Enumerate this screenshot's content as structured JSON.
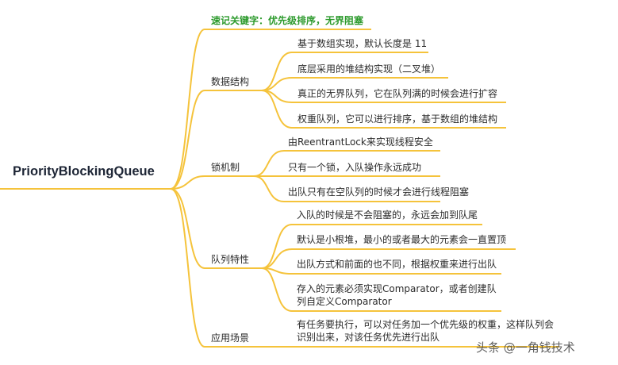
{
  "root": "PriorityBlockingQueue",
  "keywords": "速记关键字：优先级排序，无界阻塞",
  "branches": [
    {
      "label": "数据结构",
      "items": [
        "基于数组实现，默认长度是 11",
        "底层采用的堆结构实现（二叉堆）",
        "真正的无界队列，它在队列满的时候会进行扩容",
        "权重队列，它可以进行排序，基于数组的堆结构"
      ]
    },
    {
      "label": "锁机制",
      "items": [
        "由ReentrantLock来实现线程安全",
        "只有一个锁，入队操作永远成功",
        "出队只有在空队列的时候才会进行线程阻塞"
      ]
    },
    {
      "label": "队列特性",
      "items": [
        "入队的时候是不会阻塞的，永远会加到队尾",
        "默认是小根堆，最小的或者最大的元素会一直置顶",
        "出队方式和前面的也不同，根据权重来进行出队",
        "存入的元素必须实现Comparator，或者创建队",
        "列自定义Comparator"
      ]
    },
    {
      "label": "应用场景",
      "items": [
        "有任务要执行，可以对任务加一个优先级的权重，这样队列会",
        "识别出来，对该任务优先进行出队"
      ]
    }
  ],
  "watermark": "头条 @一角钱技术",
  "colors": {
    "line": "#f5c33b",
    "keyword": "#2c9a2c",
    "root": "#1d2535"
  }
}
